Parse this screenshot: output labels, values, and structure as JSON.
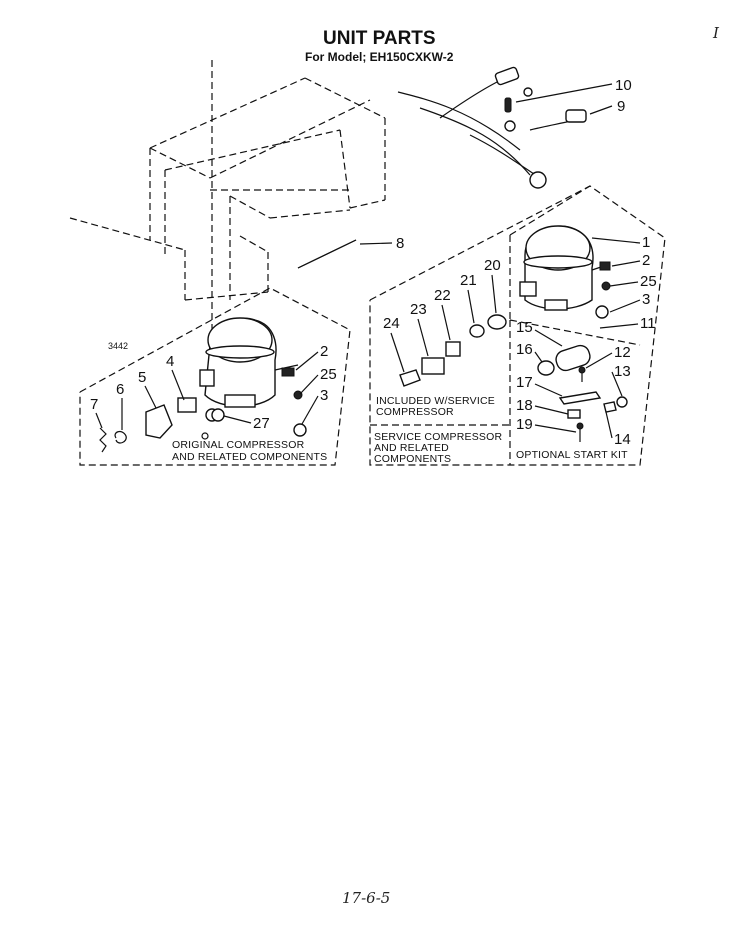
{
  "header": {
    "title": "UNIT PARTS",
    "model_line": "For Model; EH150CXKW-2"
  },
  "diagram_code": "3442",
  "corner_mark": "I",
  "footer_note": "17-6-5",
  "callouts": {
    "c1": "1",
    "c2a": "2",
    "c2b": "2",
    "c3a": "3",
    "c3b": "3",
    "c4": "4",
    "c5": "5",
    "c6": "6",
    "c7": "7",
    "c8": "8",
    "c9": "9",
    "c10": "10",
    "c11": "11",
    "c12": "12",
    "c13": "13",
    "c14": "14",
    "c15": "15",
    "c16": "16",
    "c17": "17",
    "c18": "18",
    "c19": "19",
    "c20": "20",
    "c21": "21",
    "c22": "22",
    "c23": "23",
    "c24": "24",
    "c25a": "25",
    "c25b": "25",
    "c27": "27"
  },
  "captions": {
    "original_1": "ORIGINAL COMPRESSOR",
    "original_2": "AND RELATED COMPONENTS",
    "included_1": "INCLUDED W/SERVICE",
    "included_2": "COMPRESSOR",
    "service_1": "SERVICE COMPRESSOR",
    "service_2": "AND RELATED",
    "service_3": "COMPONENTS",
    "optional": "OPTIONAL START KIT"
  }
}
